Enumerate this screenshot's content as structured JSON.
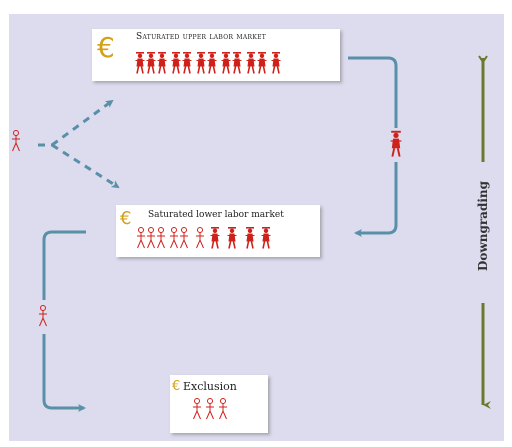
{
  "boxes": {
    "upper": {
      "title": "Saturated upper labor market",
      "symbol": "€"
    },
    "lower": {
      "title": "Saturated lower labor market",
      "symbol": "€"
    },
    "exclusion": {
      "title": "Exclusion",
      "symbol": "€"
    }
  },
  "side_label": "Downgrading",
  "colors": {
    "background": "#dcdcee",
    "arrow": "#5a8fa8",
    "downgrade_arrow": "#6b7a2a",
    "figure": "#d0201a",
    "euro": "#d4a017"
  },
  "icons": [
    "stick-figure-icon",
    "graduate-figure-icon",
    "euro-icon"
  ]
}
